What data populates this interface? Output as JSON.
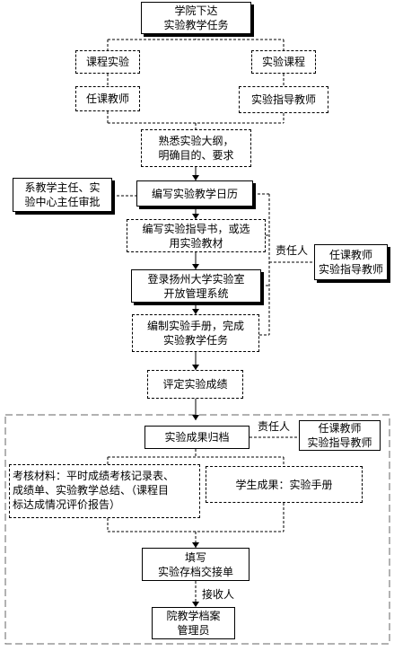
{
  "nodes": {
    "college_task": "学院下达\n实验教学任务",
    "course_experiment": "课程实验",
    "experiment_course": "实验课程",
    "course_teacher": "任课教师",
    "lab_instructor": "实验指导教师",
    "familiarize_syllabus": "熟悉实验大纲，\n明确目的、要求",
    "approval": "系教学主任、实\n验中心主任审批",
    "write_calendar": "编写实验教学日历",
    "write_guide": "编写实验指导书，或选\n用实验教材",
    "responsible_1": "任课教师\n实验指导教师",
    "login_system": "登录扬州大学实验室\n开放管理系统",
    "compile_manual": "编制实验手册，完成\n实验教学任务",
    "evaluate_grades": "评定实验成绩",
    "archive": "实验成果归档",
    "responsible_2": "任课教师\n实验指导教师",
    "assessment_materials": "考核材料：平时成绩考核记录表、\n成绩单、实验教学总结、（课程目\n标达成情况评价报告）",
    "student_results": "学生成果：实验手册",
    "fill_form": "填写\n实验存档交接单",
    "archivist": "院教学档案\n管理员"
  },
  "labels": {
    "responsible_person_1": "责任人",
    "responsible_person_2": "责任人",
    "receiver": "接收人"
  }
}
